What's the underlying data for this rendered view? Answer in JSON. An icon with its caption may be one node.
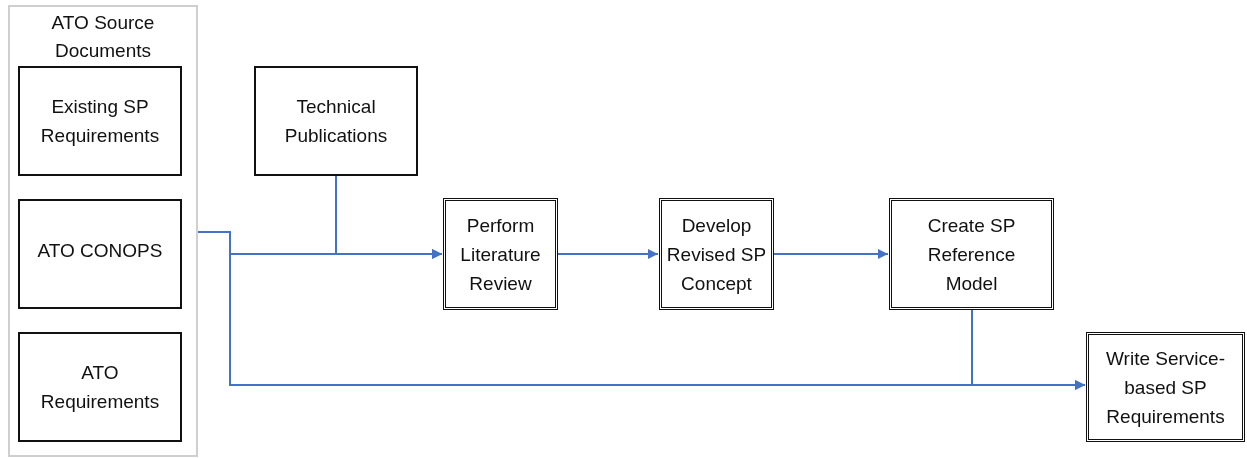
{
  "diagram": {
    "nodes": [
      {
        "text": [
          "ATO Source Documents"
        ]
      },
      {
        "text": [
          "Existing SP Requirements"
        ],
        "in": 0
      },
      {
        "text": [
          "ATO CONOPS"
        ],
        "in": 0
      },
      {
        "text": [
          "ATO Requirements"
        ],
        "in": 0
      },
      {
        "text": [
          "Technical Publications"
        ]
      },
      {
        "text": [
          "Perform Literature Review"
        ]
      },
      {
        "text": [
          "Develop Revised SP Concept"
        ]
      },
      {
        "text": [
          "Create SP Reference Model"
        ]
      },
      {
        "text": [
          "Write Service-based SP Requirements"
        ]
      }
    ],
    "edges": [
      {
        "from": 0,
        "to": 5,
        "arrow": "to"
      },
      {
        "from": 4,
        "to": 5,
        "arrow": "to"
      },
      {
        "from": 5,
        "to": 6,
        "arrow": "to"
      },
      {
        "from": 6,
        "to": 7,
        "arrow": "to"
      },
      {
        "from": 0,
        "to": 8,
        "arrow": "to"
      },
      {
        "from": 7,
        "to": 8,
        "arrow": "to"
      }
    ]
  }
}
